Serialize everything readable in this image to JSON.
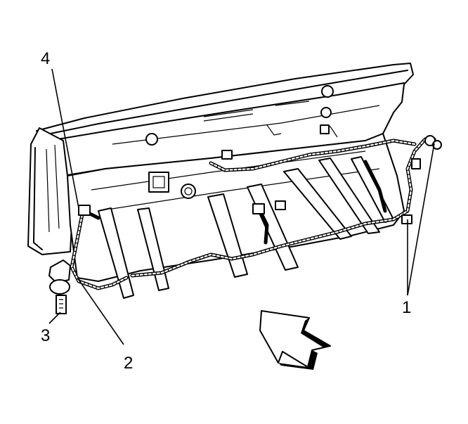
{
  "callouts": {
    "c1": "1",
    "c2": "2",
    "c3": "3",
    "c4": "4"
  },
  "colors": {
    "line": "#000000",
    "background": "#ffffff"
  },
  "icons": {
    "direction": "front-arrow-icon"
  }
}
